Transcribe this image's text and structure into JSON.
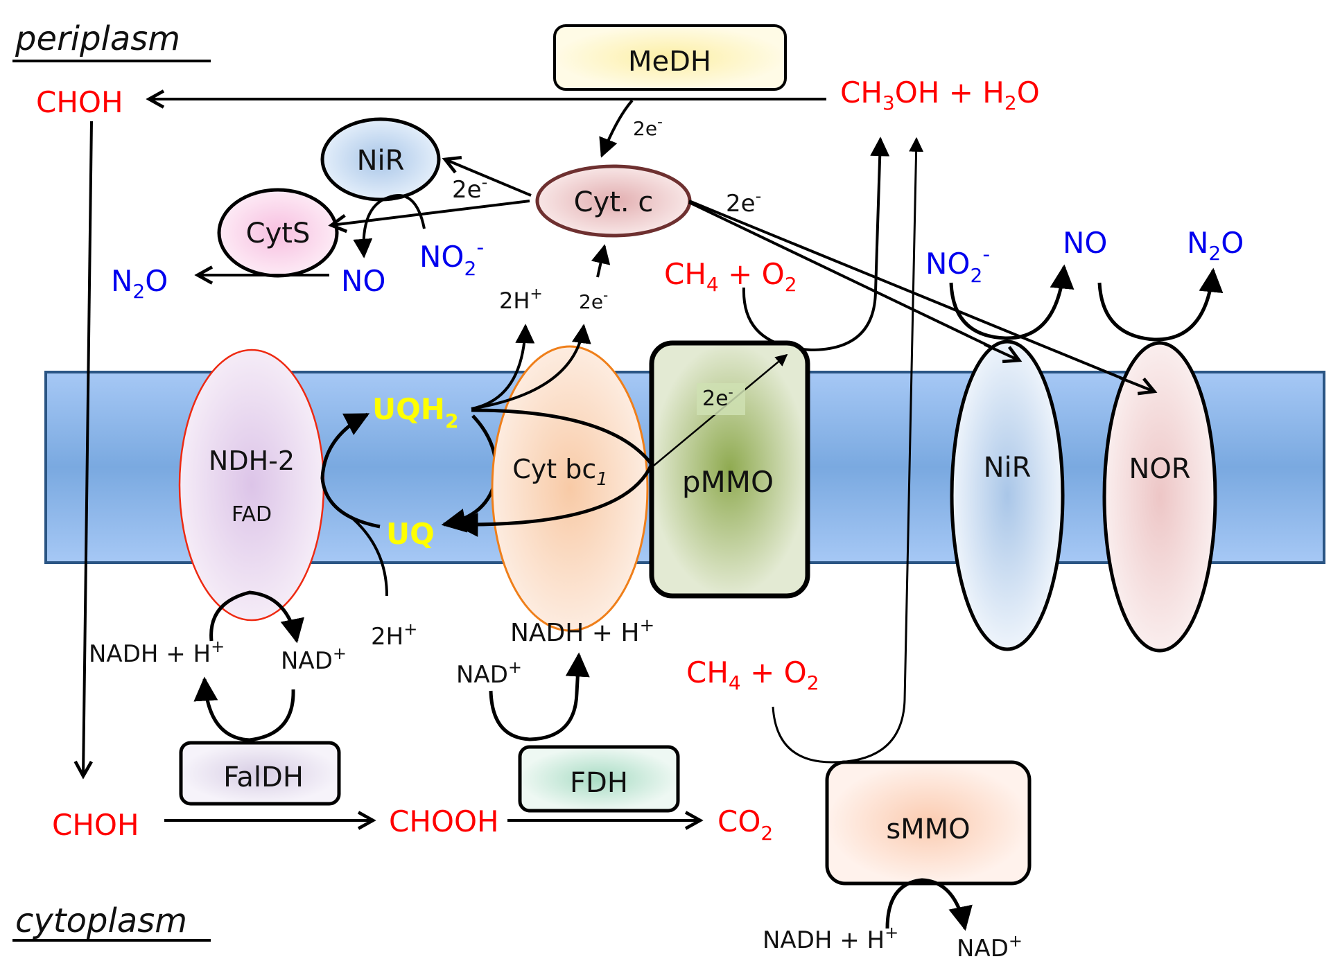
{
  "regions": {
    "top": "periplasm",
    "bottom": "cytoplasm"
  },
  "colors": {
    "substrate": "#ff0000",
    "nitrogen": "#0000ee",
    "quinone": "#ffff00",
    "membrane": "#8ab4ea",
    "membrane_border": "#2a5584"
  },
  "enzymes": {
    "medh": "MeDH",
    "nir_peri": "NiR",
    "cyts": "CytS",
    "cytc": "Cyt. c",
    "ndh2_line1": "NDH-2",
    "ndh2_line2": "FAD",
    "cytbc1": "Cyt bc",
    "cytbc1_sub": "1",
    "pmmo": "pMMO",
    "nir_mem": "NiR",
    "nor": "NOR",
    "faldh": "FalDH",
    "fdh": "FDH",
    "smmo": "sMMO"
  },
  "quinones": {
    "uqh2": "UQH",
    "uqh2_sub": "2",
    "uq": "UQ"
  },
  "compounds": {
    "choh_peri": "CHOH",
    "ch3oh": {
      "a": "CH",
      "sub1": "3",
      "b": "OH + H",
      "sub2": "2",
      "c": "O"
    },
    "ch4_o2_peri": {
      "a": "CH",
      "sub1": "4",
      "b": " + O",
      "sub2": "2"
    },
    "ch4_o2_cyto": {
      "a": "CH",
      "sub1": "4",
      "b": " + O",
      "sub2": "2"
    },
    "choh_cyto": "CHOH",
    "chooh": "CHOOH",
    "co2": {
      "a": "CO",
      "sub": "2"
    }
  },
  "nitrogen_species": {
    "n2o_left": {
      "a": "N",
      "sub": "2",
      "b": "O"
    },
    "no_left": "NO",
    "no2_left": {
      "a": "NO",
      "sub": "2",
      "sup": "-"
    },
    "no2_right": {
      "a": "NO",
      "sub": "2",
      "sup": "-"
    },
    "no_right": "NO",
    "n2o_right": {
      "a": "N",
      "sub": "2",
      "b": "O"
    }
  },
  "electron_labels": {
    "medh_to_cytc": {
      "a": "2e",
      "sup": "-"
    },
    "cytc_to_nir": {
      "a": "2e",
      "sup": "-"
    },
    "cytc_to_right": {
      "a": "2e",
      "sup": "-"
    },
    "bc1_2h": {
      "a": "2H",
      "sup": "+"
    },
    "bc1_2e": {
      "a": "2e",
      "sup": "-"
    },
    "pmmo_2e": {
      "a": "2e",
      "sup": "-"
    }
  },
  "cofactors": {
    "ndh_nadh": {
      "a": "NADH + H",
      "sup": "+"
    },
    "ndh_nad": {
      "a": "NAD",
      "sup": "+"
    },
    "uq_2h": {
      "a": "2H",
      "sup": "+"
    },
    "fdh_nad": {
      "a": "NAD",
      "sup": "+"
    },
    "fdh_nadh": {
      "a": "NADH + H",
      "sup": "+"
    },
    "smmo_nadh": {
      "a": "NADH + H",
      "sup": "+"
    },
    "smmo_nad": {
      "a": "NAD",
      "sup": "+"
    }
  }
}
